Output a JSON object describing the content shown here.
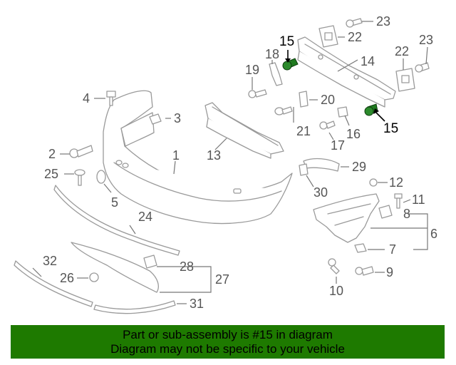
{
  "diagram": {
    "callouts": {
      "c1": "1",
      "c2": "2",
      "c3": "3",
      "c4": "4",
      "c5": "5",
      "c6": "6",
      "c7": "7",
      "c8": "8",
      "c9": "9",
      "c10": "10",
      "c11": "11",
      "c12": "12",
      "c13": "13",
      "c14": "14",
      "c15a": "15",
      "c15b": "15",
      "c16": "16",
      "c17": "17",
      "c18": "18",
      "c19": "19",
      "c20": "20",
      "c21": "21",
      "c22a": "22",
      "c22b": "22",
      "c23a": "23",
      "c23b": "23",
      "c24": "24",
      "c25": "25",
      "c26": "26",
      "c27": "27",
      "c28": "28",
      "c29": "29",
      "c30": "30",
      "c31": "31",
      "c32": "32"
    },
    "highlight_part": "15",
    "highlight_color": "#1e7a00"
  },
  "banner": {
    "line1": "Part or sub-assembly is #15 in diagram",
    "line2": "Diagram may not be specific to your vehicle",
    "background": "#1e7a00"
  }
}
